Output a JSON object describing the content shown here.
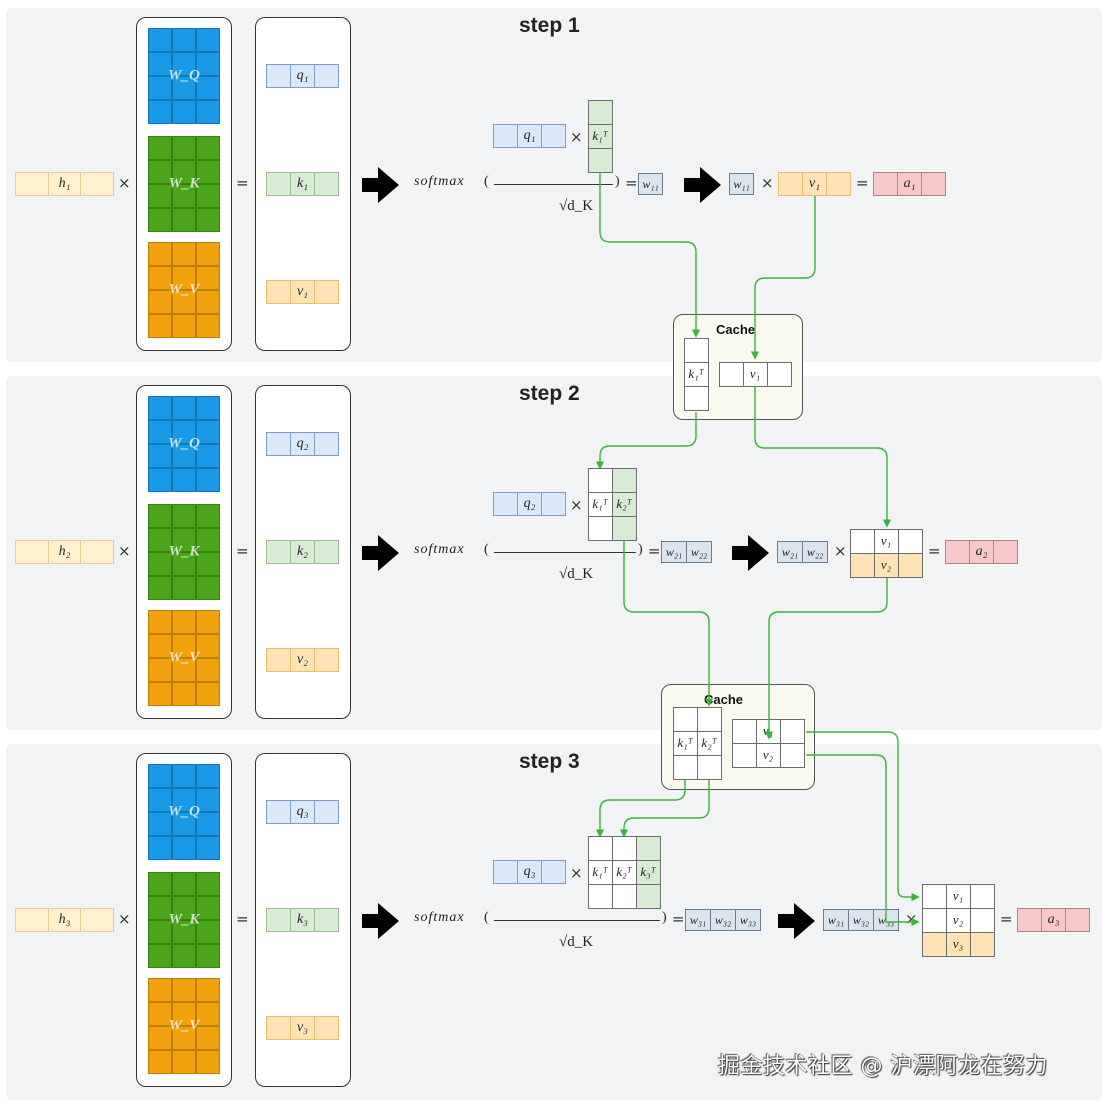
{
  "steps": [
    {
      "title": "step 1",
      "input": "h₁",
      "q": "q₁",
      "k": "k₁",
      "v": "v₁",
      "weights": [
        "W_Q",
        "W_K",
        "W_V"
      ],
      "keys_t": [
        "k₁ᵀ"
      ],
      "scores": [
        "w₁₁"
      ],
      "values": [
        "v₁"
      ],
      "output": "a₁"
    },
    {
      "title": "step 2",
      "input": "h₂",
      "q": "q₂",
      "k": "k₂",
      "v": "v₂",
      "weights": [
        "W_Q",
        "W_K",
        "W_V"
      ],
      "keys_t": [
        "k₁ᵀ",
        "k₂ᵀ"
      ],
      "scores": [
        "w₂₁",
        "w₂₂"
      ],
      "values": [
        "v₁",
        "v₂"
      ],
      "output": "a₂"
    },
    {
      "title": "step 3",
      "input": "h₃",
      "q": "q₃",
      "k": "k₃",
      "v": "v₃",
      "weights": [
        "W_Q",
        "W_K",
        "W_V"
      ],
      "keys_t": [
        "k₁ᵀ",
        "k₂ᵀ",
        "k₃ᵀ"
      ],
      "scores": [
        "w₃₁",
        "w₃₂",
        "w₃₃"
      ],
      "values": [
        "v₁",
        "v₂",
        "v₃"
      ],
      "output": "a₃"
    }
  ],
  "caches": [
    {
      "title": "Cache",
      "keys_t": [
        "k₁ᵀ"
      ],
      "values": [
        "v₁"
      ]
    },
    {
      "title": "Cache",
      "keys_t": [
        "k₁ᵀ",
        "k₂ᵀ"
      ],
      "values": [
        "v₁",
        "v₂"
      ]
    }
  ],
  "formula": {
    "softmax": "softmax",
    "open_paren": "(",
    "close_paren": ")",
    "denominator": "√d_K",
    "times": "×",
    "equals": "="
  },
  "colors": {
    "w_q": "#1a9ae6",
    "w_k": "#4aa51a",
    "w_v": "#f2a20c",
    "query": "#dbe8fa",
    "key": "#d8ebd4",
    "value": "#ffe3b6",
    "hidden": "#fff0cf",
    "output": "#f8c9cb",
    "score": "#dce4ee",
    "wire": "#3bb33b",
    "panel": "#f1f3f5"
  },
  "watermark": "掘金技术社区 @ 沪漂阿龙在努力"
}
